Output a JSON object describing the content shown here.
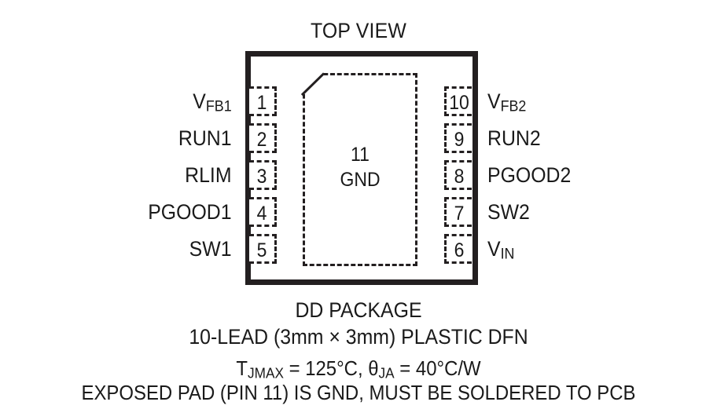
{
  "diagram": {
    "view_title": "TOP VIEW",
    "package": {
      "exposed_pad": {
        "pin_number": "11",
        "name": "GND"
      }
    },
    "pins_left": [
      {
        "number": "1",
        "label_main": "V",
        "label_sub": "FB1",
        "name": "VFB1"
      },
      {
        "number": "2",
        "label_main": "RUN1",
        "label_sub": "",
        "name": "RUN1"
      },
      {
        "number": "3",
        "label_main": "RLIM",
        "label_sub": "",
        "name": "RLIM"
      },
      {
        "number": "4",
        "label_main": "PGOOD1",
        "label_sub": "",
        "name": "PGOOD1"
      },
      {
        "number": "5",
        "label_main": "SW1",
        "label_sub": "",
        "name": "SW1"
      }
    ],
    "pins_right": [
      {
        "number": "10",
        "label_main": "V",
        "label_sub": "FB2",
        "name": "VFB2"
      },
      {
        "number": "9",
        "label_main": "RUN2",
        "label_sub": "",
        "name": "RUN2"
      },
      {
        "number": "8",
        "label_main": "PGOOD2",
        "label_sub": "",
        "name": "PGOOD2"
      },
      {
        "number": "7",
        "label_main": "SW2",
        "label_sub": "",
        "name": "SW2"
      },
      {
        "number": "6",
        "label_main": "V",
        "label_sub": "IN",
        "name": "VIN"
      }
    ],
    "caption": {
      "line1": "DD PACKAGE",
      "line2": "10-LEAD (3mm × 3mm) PLASTIC DFN",
      "line3_tjmax_symbol": "T",
      "line3_tjmax_sub": "JMAX",
      "line3_tjmax_value": " = 125°C, ",
      "line3_theta_symbol": "θ",
      "line3_theta_sub": "JA",
      "line3_theta_value": " = 40°C/W",
      "line4": "EXPOSED PAD (PIN 11) IS GND, MUST BE SOLDERED TO PCB"
    },
    "colors": {
      "ink": "#231f20",
      "text": "#1a1a1a",
      "background": "#ffffff"
    }
  }
}
